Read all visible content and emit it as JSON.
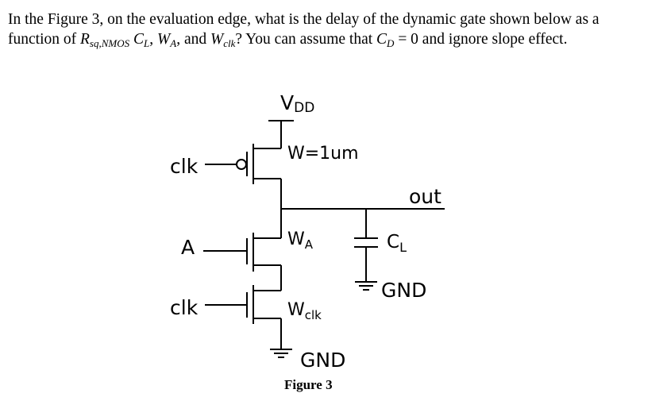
{
  "question": {
    "line1": "In the Figure 3, on the evaluation edge, what is the delay of the dynamic gate shown below as a",
    "line2": {
      "prefix": "function of ",
      "r_main": "R",
      "r_sub": "sq,NMOS",
      "c_main": "C",
      "c_sub": "L",
      "sep1": ", ",
      "wa_main": "W",
      "wa_sub": "A",
      "sep2": ", and ",
      "wclk_main": "W",
      "wclk_sub": "clk",
      "mid": "? You can assume that ",
      "cd_main": "C",
      "cd_sub": "D",
      "tail": " = 0 and ignore slope effect."
    }
  },
  "diagram": {
    "vdd_main": "V",
    "vdd_sub": "DD",
    "pmos_width": "W=1um",
    "clk_top_label": "clk",
    "input_a_label": "A",
    "clk_bottom_label": "clk",
    "wa_main": "W",
    "wa_sub": "A",
    "wclk_main": "W",
    "wclk_sub": "clk",
    "out_label": "out",
    "cl_main": "C",
    "cl_sub": "L",
    "gnd_right": "GND",
    "gnd_bottom": "GND",
    "caption": "Figure 3"
  }
}
